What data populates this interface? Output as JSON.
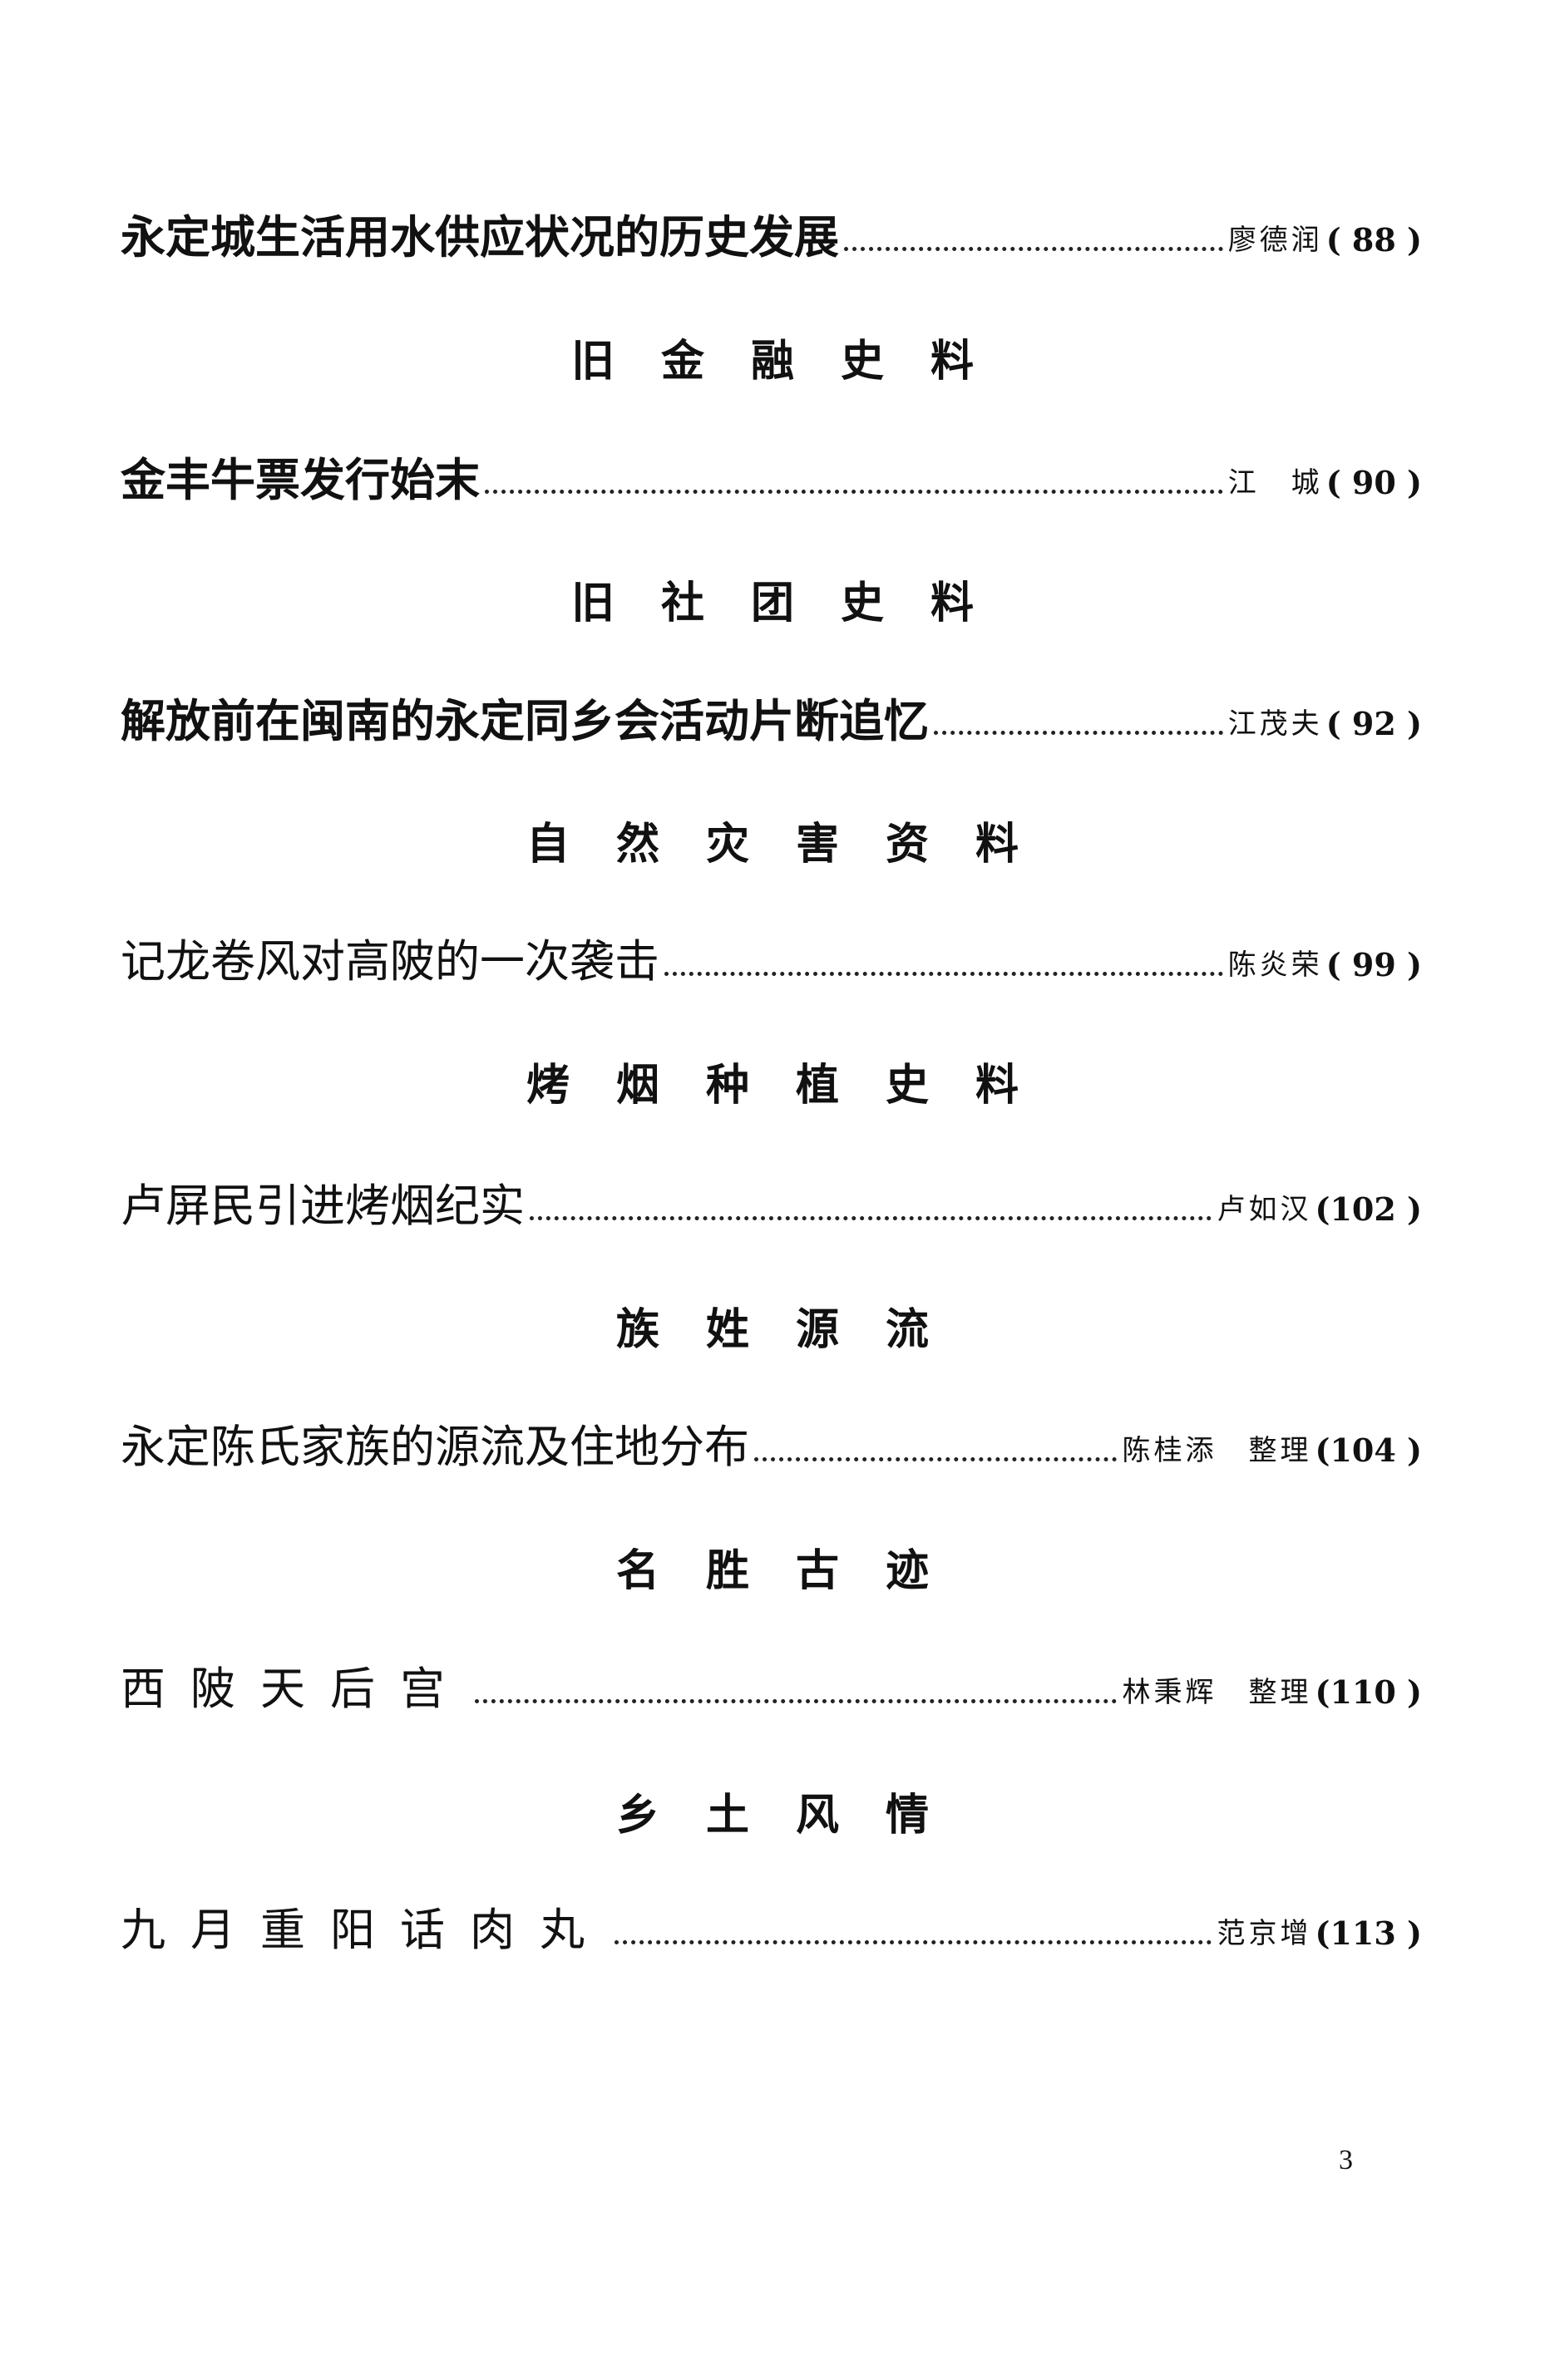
{
  "sections": [
    {
      "heading": null,
      "entry": {
        "title": "永定城生活用水供应状况的历史发展",
        "author": "廖德润",
        "page": "( 88 )"
      }
    },
    {
      "heading": "旧金融史料",
      "entry": {
        "title": "金丰牛票发行始末",
        "author": "江　城",
        "page": "( 90 )"
      }
    },
    {
      "heading": "旧社团史料",
      "entry": {
        "title": "解放前在闽南的永定同乡会活动片断追忆",
        "author": "江茂夫",
        "page": "( 92 )"
      }
    },
    {
      "heading": "自然灾害资料",
      "entry": {
        "title": "记龙卷风对高陂的一次袭击",
        "author": "陈炎荣",
        "page": "( 99 )"
      }
    },
    {
      "heading": "烤烟种植史料",
      "entry": {
        "title": "卢屏民引进烤烟纪实",
        "author": "卢如汉",
        "page": "(102 )"
      }
    },
    {
      "heading": "族姓源流",
      "entry": {
        "title": "永定陈氏家族的源流及住地分布",
        "author": "陈桂添　整理",
        "page": "(104 )"
      }
    },
    {
      "heading": "名胜古迹",
      "entry": {
        "title": "西陂天后宫",
        "author": "林秉辉　整理",
        "page": "(110 )"
      }
    },
    {
      "heading": "乡土风情",
      "entry": {
        "title": "九月重阳话肉丸",
        "author": "范京增",
        "page": "(113 )"
      }
    }
  ],
  "page_number": "3"
}
